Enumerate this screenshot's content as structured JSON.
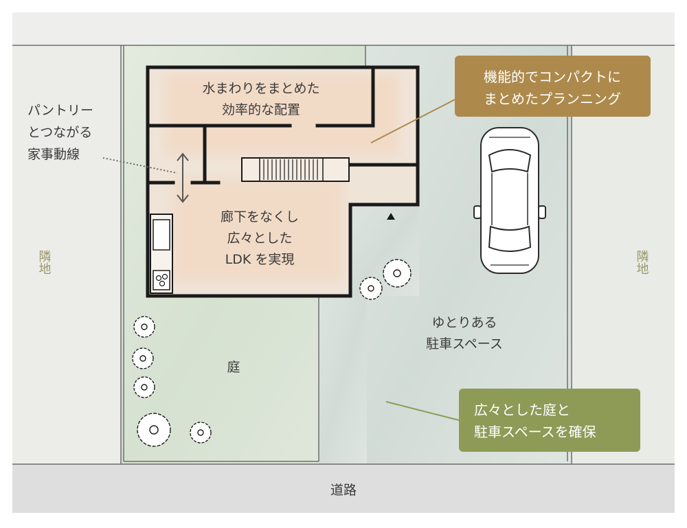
{
  "labels": {
    "water_area_line1": "水まわりをまとめた",
    "water_area_line2": "効率的な配置",
    "pantry_line1": "パントリー",
    "pantry_line2": "とつながる",
    "pantry_line3": "家事動線",
    "ldk_line1": "廊下をなくし",
    "ldk_line2": "広々とした",
    "ldk_line3": "LDK を実現",
    "neighbor_left": "隣地",
    "neighbor_right": "隣地",
    "garden": "庭",
    "parking_line1": "ゆとりある",
    "parking_line2": "駐車スペース",
    "road": "道路"
  },
  "callouts": {
    "compact_line1": "機能的でコンパクトに",
    "compact_line2": "まとめたプランニング",
    "garden_parking_line1": "広々とした庭と",
    "garden_parking_line2": "駐車スペースを確保"
  },
  "colors": {
    "compact_callout": "#ad8a4c",
    "garden_callout": "#8d9b57",
    "label_text": "#3a3a3a",
    "neighbor_text": "#9a9868",
    "wall": "#1a1a1a"
  }
}
